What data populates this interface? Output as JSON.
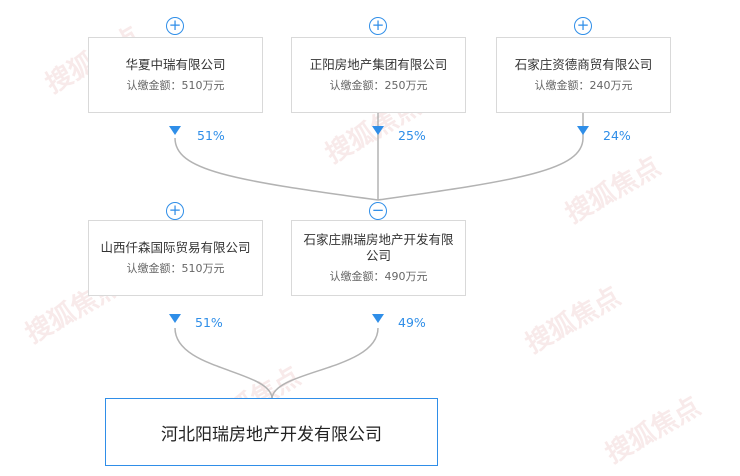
{
  "colors": {
    "accent": "#2f8ee8",
    "line": "#b3b3b3",
    "border": "#d9d9d9"
  },
  "icons": {
    "expand": "plus-circle-icon",
    "collapse": "minus-circle-icon"
  },
  "shareholders_top": [
    {
      "name": "华夏中瑞有限公司",
      "amount_label": "认缴金额：",
      "amount": "510万元",
      "percent": "51%",
      "toggle": "+"
    },
    {
      "name": "正阳房地产集团有限公司",
      "amount_label": "认缴金额：",
      "amount": "250万元",
      "percent": "25%",
      "toggle": "+"
    },
    {
      "name": "石家庄资德商贸有限公司",
      "amount_label": "认缴金额：",
      "amount": "240万元",
      "percent": "24%",
      "toggle": "+"
    }
  ],
  "shareholders_mid": [
    {
      "name": "山西仟森国际贸易有限公司",
      "amount_label": "认缴金额：",
      "amount": "510万元",
      "percent": "51%",
      "toggle": "+"
    },
    {
      "name": "石家庄鼎瑞房地产开发有限公司",
      "amount_label": "认缴金额：",
      "amount": "490万元",
      "percent": "49%",
      "toggle": "−"
    }
  ],
  "target_company": "河北阳瑞房地产开发有限公司",
  "watermark_text": "搜狐焦点"
}
